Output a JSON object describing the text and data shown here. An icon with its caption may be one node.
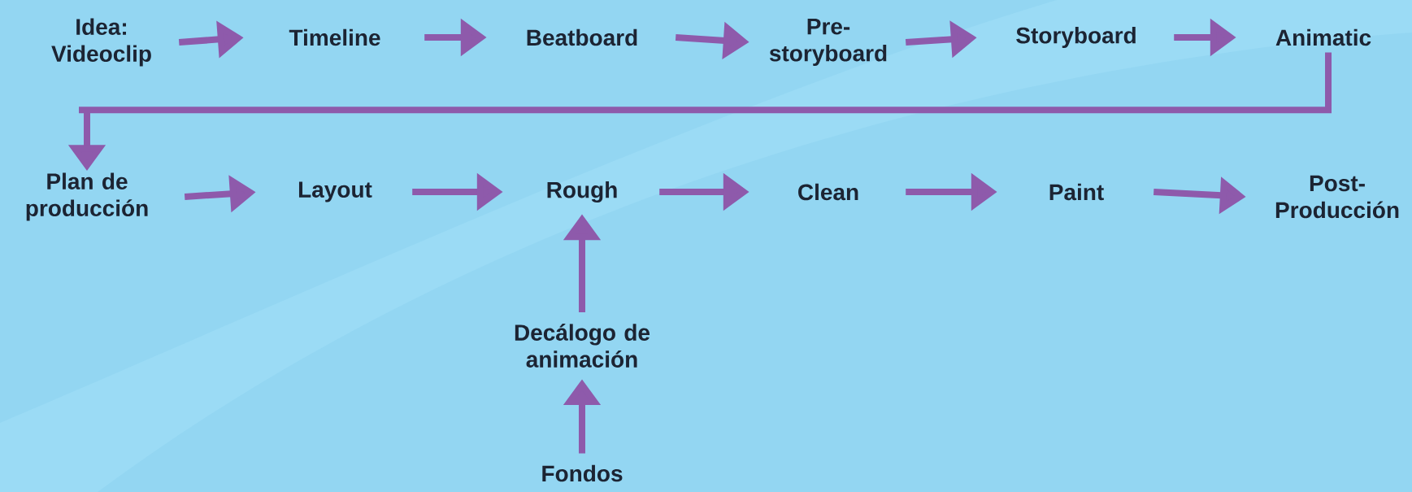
{
  "diagram": {
    "nodes": [
      {
        "text": [
          "Idea: Videoclip"
        ]
      },
      {
        "text": [
          "Timeline"
        ]
      },
      {
        "text": [
          "Beatboard"
        ]
      },
      {
        "text": [
          "Pre-storyboard"
        ]
      },
      {
        "text": [
          "Storyboard"
        ]
      },
      {
        "text": [
          "Animatic"
        ]
      },
      {
        "text": [
          "Plan de producción"
        ]
      },
      {
        "text": [
          "Layout"
        ]
      },
      {
        "text": [
          "Rough"
        ]
      },
      {
        "text": [
          "Clean"
        ]
      },
      {
        "text": [
          "Paint"
        ]
      },
      {
        "text": [
          "Post-Producción"
        ]
      },
      {
        "text": [
          "Decálogo de animación"
        ]
      },
      {
        "text": [
          "Fondos"
        ]
      }
    ],
    "edges": [
      {
        "from": 0,
        "to": 1,
        "arrow": "to"
      },
      {
        "from": 1,
        "to": 2,
        "arrow": "to"
      },
      {
        "from": 2,
        "to": 3,
        "arrow": "to"
      },
      {
        "from": 3,
        "to": 4,
        "arrow": "to"
      },
      {
        "from": 4,
        "to": 5,
        "arrow": "to"
      },
      {
        "from": 5,
        "to": 6,
        "arrow": "to"
      },
      {
        "from": 6,
        "to": 7,
        "arrow": "to"
      },
      {
        "from": 7,
        "to": 8,
        "arrow": "to"
      },
      {
        "from": 8,
        "to": 9,
        "arrow": "to"
      },
      {
        "from": 9,
        "to": 10,
        "arrow": "to"
      },
      {
        "from": 10,
        "to": 11,
        "arrow": "to"
      },
      {
        "from": 12,
        "to": 8,
        "arrow": "to"
      },
      {
        "from": 13,
        "to": 12,
        "arrow": "to"
      }
    ]
  }
}
